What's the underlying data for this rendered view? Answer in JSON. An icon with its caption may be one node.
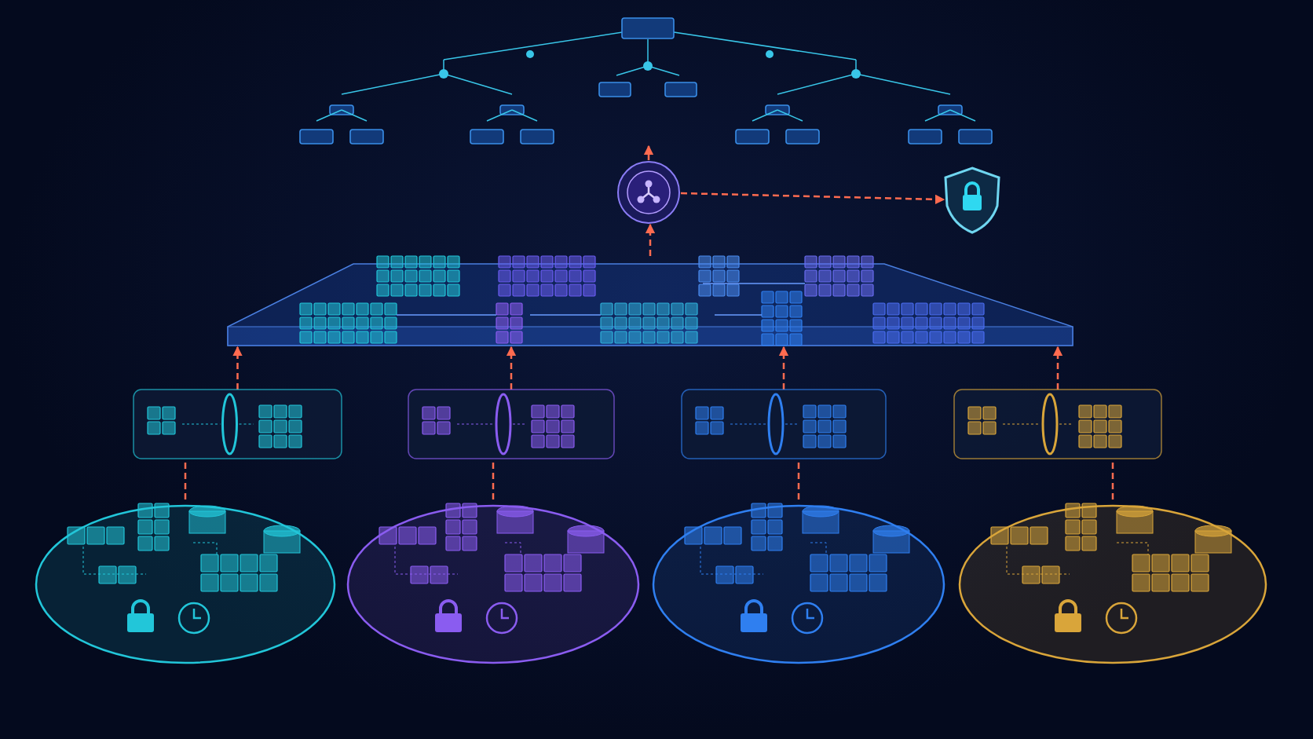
{
  "diagram": {
    "nodes": [
      {
        "text": [],
        "shape": "picture"
      },
      {
        "text": [],
        "shape": "picture"
      },
      {
        "text": [],
        "shape": "circle"
      },
      {
        "text": [],
        "shape": "picture"
      },
      {
        "text": [],
        "shape": "picture"
      },
      {
        "text": [],
        "shape": "picture"
      },
      {
        "text": [],
        "shape": "picture"
      },
      {
        "text": [],
        "shape": "picture"
      },
      {
        "text": [],
        "shape": "picture"
      },
      {
        "text": [],
        "shape": "picture"
      },
      {
        "text": [],
        "shape": "picture"
      },
      {
        "text": [],
        "shape": "picture"
      }
    ],
    "edges": [
      {
        "from": 2,
        "to": 0,
        "arrow": "to",
        "style": "dashed"
      },
      {
        "from": 2,
        "to": 1,
        "arrow": "to",
        "style": "dashed"
      },
      {
        "from": 3,
        "to": 2,
        "arrow": "to",
        "style": "dashed"
      },
      {
        "from": 4,
        "to": 3,
        "arrow": "to",
        "style": "dashed"
      },
      {
        "from": 5,
        "to": 3,
        "arrow": "to",
        "style": "dashed"
      },
      {
        "from": 6,
        "to": 3,
        "arrow": "to",
        "style": "dashed"
      },
      {
        "from": 7,
        "to": 3,
        "arrow": "to",
        "style": "dashed"
      },
      {
        "from": 8,
        "to": 4,
        "arrow": "none",
        "style": "dashed"
      },
      {
        "from": 9,
        "to": 5,
        "arrow": "none",
        "style": "dashed"
      },
      {
        "from": 10,
        "to": 6,
        "arrow": "none",
        "style": "dashed"
      },
      {
        "from": 11,
        "to": 7,
        "arrow": "none",
        "style": "dashed"
      }
    ]
  }
}
